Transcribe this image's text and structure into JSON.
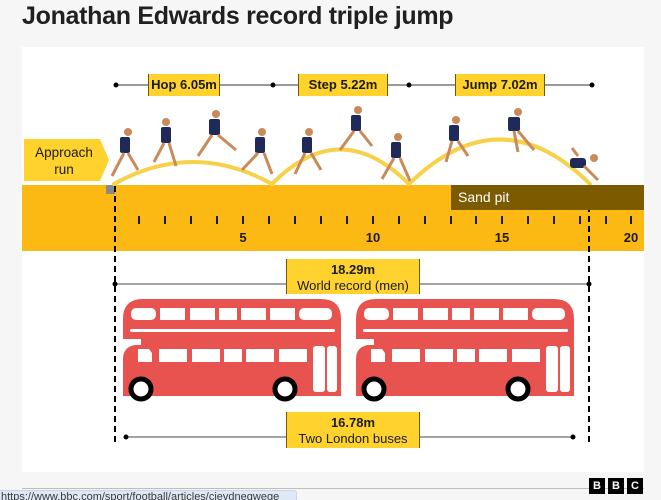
{
  "title": "Jonathan Edwards record triple jump",
  "segments": [
    {
      "label": "Hop 6.05m",
      "metres": 6.05
    },
    {
      "label": "Step 5.22m",
      "metres": 5.22
    },
    {
      "label": "Jump 7.02m",
      "metres": 7.02
    }
  ],
  "approach_label": "Approach run",
  "sand_pit_label": "Sand pit",
  "scale_ticks": [
    "5",
    "10",
    "15",
    "20"
  ],
  "world_record": {
    "value": "18.29m",
    "caption": "World record (men)"
  },
  "buses": {
    "value": "16.78m",
    "caption": "Two London buses"
  },
  "colors": {
    "track": "#FDB913",
    "sand_pit": "#7B5A00",
    "label_bg": "#FFD22E",
    "bus": "#E8534F",
    "arc": "#F7D14A",
    "athlete_kit": "#1F2A5A"
  },
  "branding": {
    "letters": [
      "B",
      "B",
      "C"
    ]
  },
  "status_bar": {
    "url": "https://www.bbc.com/sport/football/articles/cjevdnegwege"
  }
}
